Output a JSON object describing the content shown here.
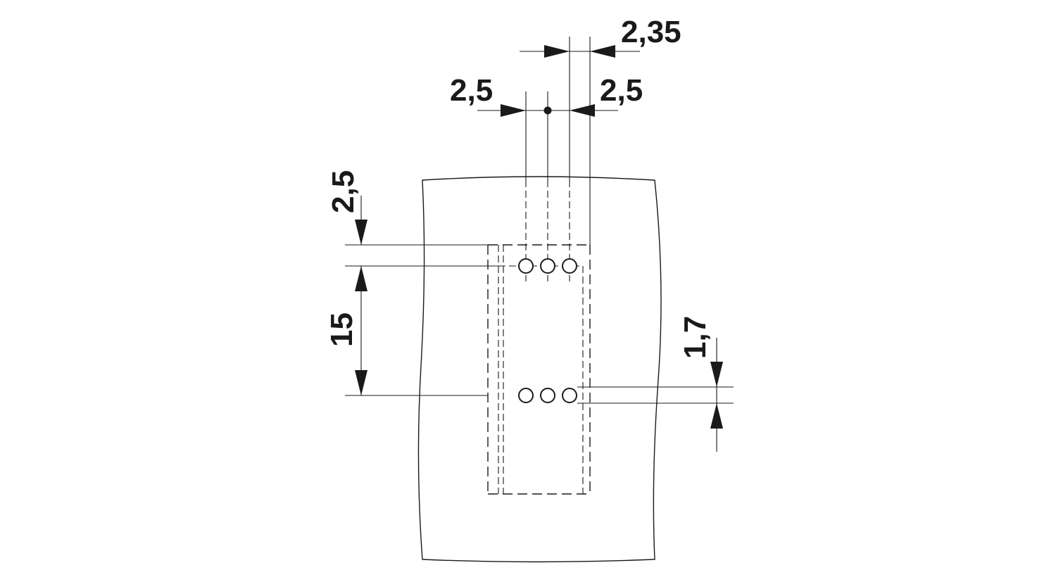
{
  "dimensions": {
    "pin_gap": "2,35",
    "pitch_left": "2,5",
    "pitch_right": "2,5",
    "edge_offset": "2,5",
    "row_spacing": "15",
    "hole_diameter": "1,7"
  },
  "components": {
    "board": "board-outline",
    "footprint": "connector-footprint",
    "holes_per_row": 3,
    "rows": 2
  }
}
